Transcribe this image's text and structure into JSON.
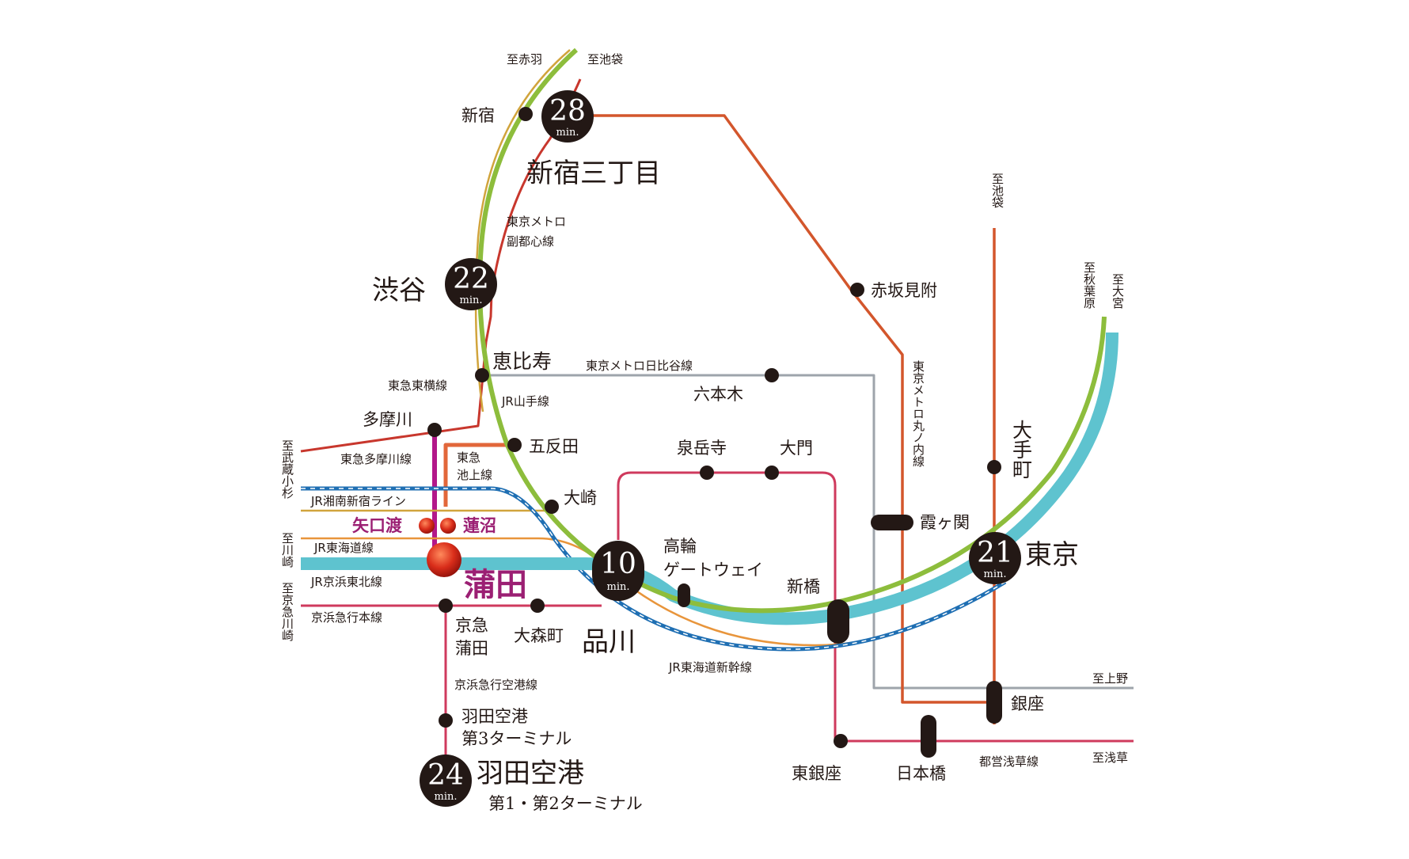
{
  "colors": {
    "jr_yamanote": "#8dbd3c",
    "jr_keihin_tohoku": "#5ec3cf",
    "jr_tokaido": "#e8953b",
    "jr_shonan_shinjuku": "#d1a43c",
    "jr_shinkansen": "#1f6fb3",
    "red_lines": "#c8372d",
    "metro_hibiya": "#9ea4ab",
    "metro_marunouchi": "#d3562c",
    "toei_asakusa": "#cf3a5d",
    "tokyu_tamagawa": "#b3178a",
    "home_station": "#9b1f73",
    "badge": "#231815"
  },
  "stations": {
    "shinjuku": "新宿",
    "shinjuku_sanchome": "新宿三丁目",
    "shibuya": "渋谷",
    "ebisu": "恵比寿",
    "tamagawa": "多摩川",
    "gotanda": "五反田",
    "osaki": "大崎",
    "yaguchinowatashi": "矢口渡",
    "hasunuma": "蓮沼",
    "kamata": "蒲田",
    "keikyu_kamata": "京急蒲田",
    "omorimachi": "大森町",
    "shinagawa": "品川",
    "takanawa_gateway": "高輪ゲートウェイ",
    "sengakuji": "泉岳寺",
    "daimon": "大門",
    "roppongi": "六本木",
    "akasaka_mitsuke": "赤坂見附",
    "kasumigaseki": "霞ヶ関",
    "shimbashi": "新橋",
    "otemachi": "大手町",
    "tokyo": "東京",
    "ginza": "銀座",
    "higashi_ginza": "東銀座",
    "nihombashi": "日本橋",
    "haneda_t3_line1": "羽田空港",
    "haneda_t3_line2": "第3ターミナル",
    "haneda_airport": "羽田空港",
    "haneda_t12": "第1・第2ターミナル"
  },
  "lines": {
    "fukutoshin": "東京メトロ副都心線",
    "hibiya": "東京メトロ日比谷線",
    "yamanote": "JR山手線",
    "toyoko": "東急東横線",
    "tamagawa": "東急多摩川線",
    "ikegami": "東急池上線",
    "shonan_shinjuku": "JR湘南新宿ライン",
    "tokaido": "JR東海道線",
    "keihin_tohoku": "JR京浜東北線",
    "keikyu_main": "京浜急行本線",
    "keikyu_airport": "京浜急行空港線",
    "tokaido_shinkansen": "JR東海道新幹線",
    "marunouchi": "東京メトロ丸ノ内線",
    "asakusa": "都営浅草線"
  },
  "directions": {
    "akabane": "至赤羽",
    "ikebukuro_top": "至池袋",
    "ikebukuro_right": "至池袋",
    "akihabara": "至秋葉原",
    "omiya": "至大宮",
    "musashi_kosugi": "至武蔵小杉",
    "kawasaki": "至川崎",
    "keikyu_kawasaki": "至京急川崎",
    "ueno": "至上野",
    "asakusa": "至浅草"
  },
  "travel_times": {
    "shinjuku_sanchome": {
      "value": "28",
      "unit": "min."
    },
    "shibuya": {
      "value": "22",
      "unit": "min."
    },
    "shinagawa": {
      "value": "10",
      "unit": "min."
    },
    "tokyo": {
      "value": "21",
      "unit": "min."
    },
    "haneda": {
      "value": "24",
      "unit": "min."
    }
  }
}
